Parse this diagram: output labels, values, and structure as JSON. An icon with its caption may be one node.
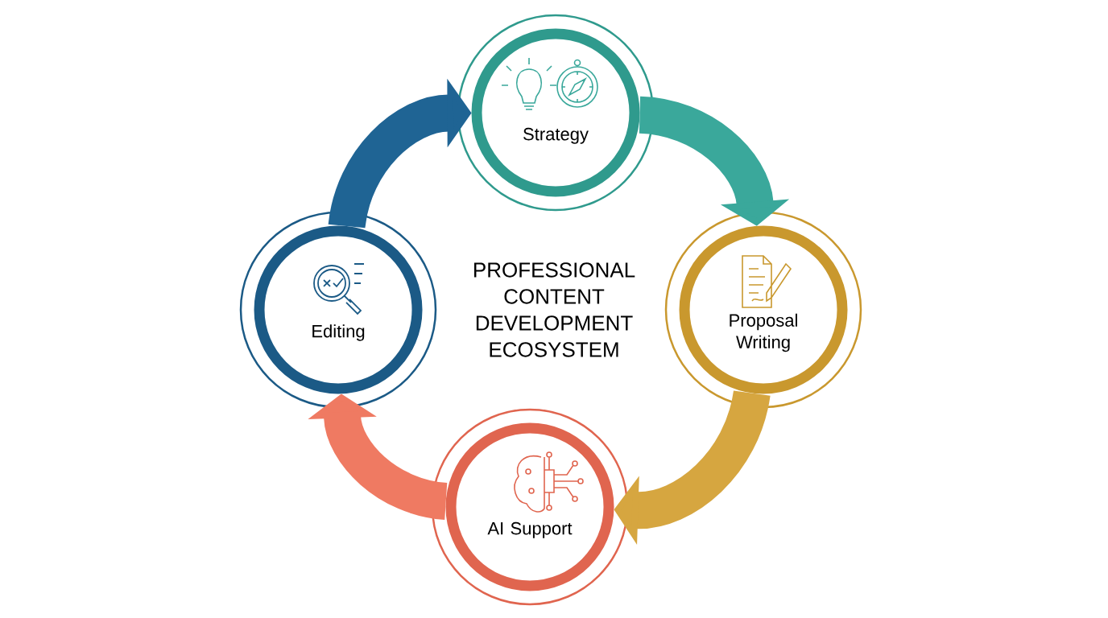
{
  "diagram": {
    "nodes": [
      {
        "text": [
          "Strategy"
        ]
      },
      {
        "text": [
          "Proposal Writing"
        ]
      },
      {
        "text": [
          "AI Support"
        ]
      },
      {
        "text": [
          "Editing"
        ]
      }
    ],
    "edges": [
      {
        "from": 0,
        "to": 1,
        "arrow": "to",
        "color": "#3aa89b"
      },
      {
        "from": 1,
        "to": 2,
        "arrow": "to",
        "color": "#d6a640"
      },
      {
        "from": 2,
        "to": 3,
        "arrow": "to",
        "color": "#ef7a62"
      },
      {
        "from": 3,
        "to": 0,
        "arrow": "to",
        "color": "#1f6494"
      }
    ],
    "labels": [
      "PROFESSIONAL CONTENT DEVELOPMENT ECOSYSTEM"
    ]
  }
}
